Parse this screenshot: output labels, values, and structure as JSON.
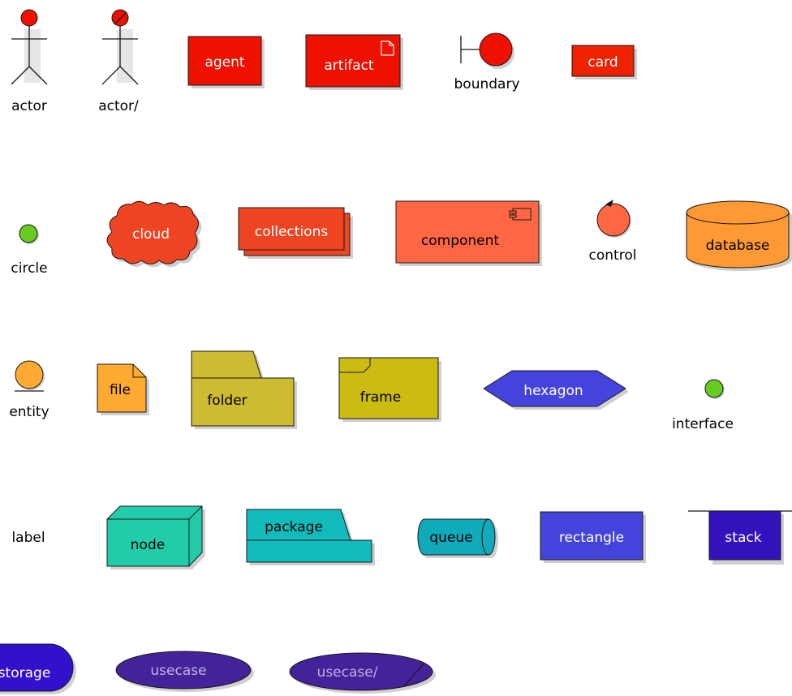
{
  "labels": {
    "actor": "actor",
    "actor_business": "actor/",
    "agent": "agent",
    "artifact": "artifact",
    "boundary": "boundary",
    "card": "card",
    "circle": "circle",
    "cloud": "cloud",
    "collections": "collections",
    "component": "component",
    "control": "control",
    "database": "database",
    "entity": "entity",
    "file": "file",
    "folder": "folder",
    "frame": "frame",
    "hexagon": "hexagon",
    "interface": "interface",
    "label": "label",
    "node": "node",
    "package": "package",
    "queue": "queue",
    "rectangle": "rectangle",
    "stack": "stack",
    "storage": "storage",
    "usecase": "usecase",
    "usecase_business": "usecase/"
  },
  "colors": {
    "actor": "#ee1100",
    "actor_business": "#ee1100",
    "agent": "#ee1100",
    "artifact": "#ee1100",
    "boundary": "#ee1100",
    "card": "#ee2200",
    "circle": "#66cc22",
    "cloud": "#ee4422",
    "collections": "#ee4422",
    "component": "#ff6644",
    "control": "#ff6644",
    "database": "#ff9933",
    "entity": "#ffaa33",
    "file": "#ffaa33",
    "folder": "#ccbb33",
    "frame": "#ccbb11",
    "hexagon": "#4444dd",
    "interface": "#66cc22",
    "node": "#22ccaa",
    "package": "#11bbbb",
    "queue": "#11aabb",
    "rectangle": "#4444dd",
    "stack": "#3311bb",
    "storage": "#3311cc",
    "usecase": "#442299",
    "usecase_business": "#442299",
    "border": "#181818",
    "shadow": "#cfcfcf"
  }
}
